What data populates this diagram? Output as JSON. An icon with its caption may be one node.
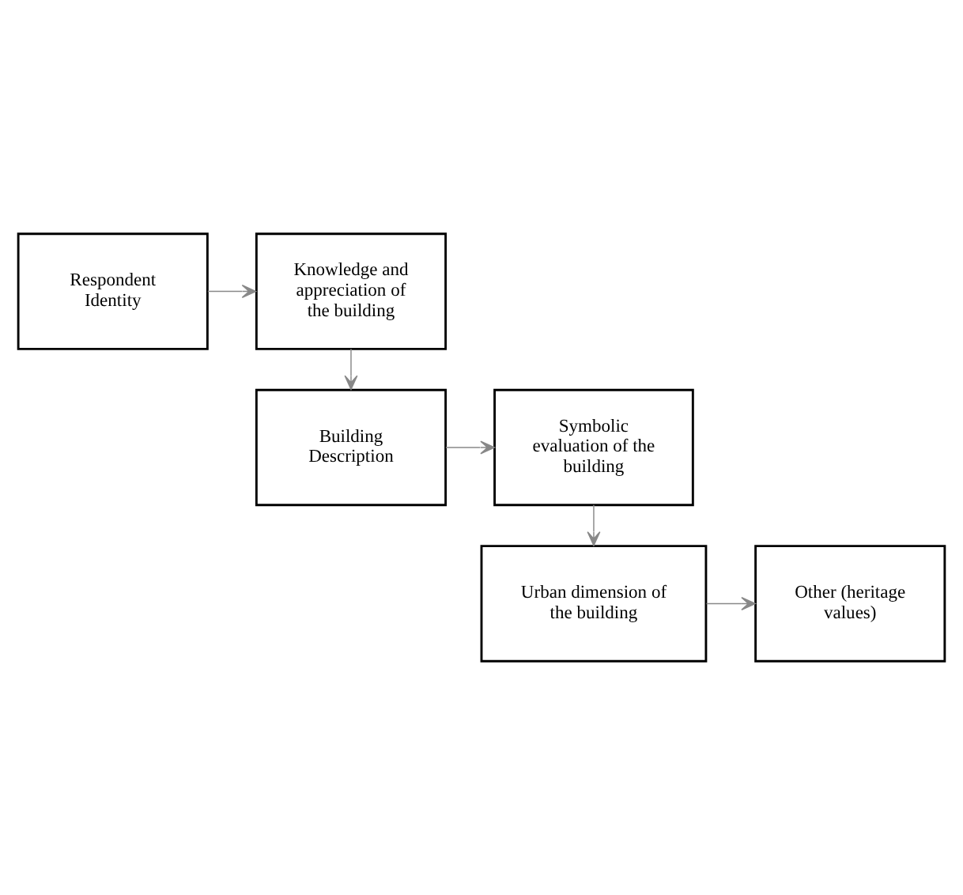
{
  "diagram": {
    "nodes": [
      {
        "text": [
          "Respondent Identity"
        ]
      },
      {
        "text": [
          "Knowledge and appreciation of the building"
        ]
      },
      {
        "text": [
          "Building Description"
        ]
      },
      {
        "text": [
          "Symbolic evaluation of the building"
        ]
      },
      {
        "text": [
          "Urban dimension of the building"
        ]
      },
      {
        "text": [
          "Other (heritage values)"
        ]
      }
    ],
    "edges": [
      {
        "from": 0,
        "to": 1,
        "arrow": "to"
      },
      {
        "from": 1,
        "to": 2,
        "arrow": "to"
      },
      {
        "from": 2,
        "to": 3,
        "arrow": "to"
      },
      {
        "from": 3,
        "to": 4,
        "arrow": "to"
      },
      {
        "from": 4,
        "to": 5,
        "arrow": "to"
      }
    ]
  }
}
